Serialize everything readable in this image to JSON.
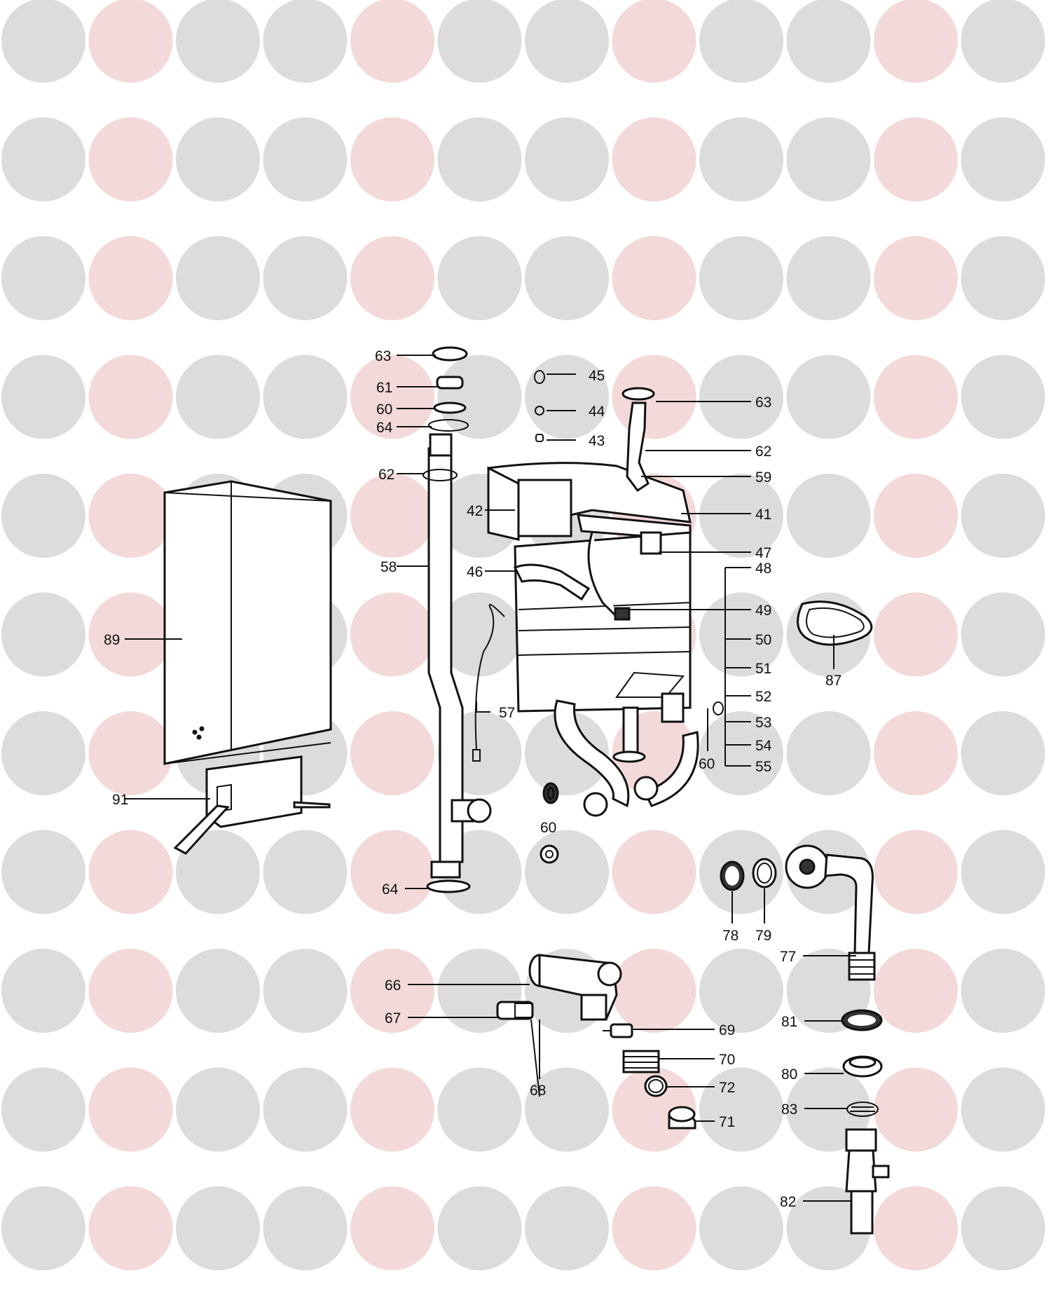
{
  "watermark": {
    "letters": [
      "H",
      "S",
      "P"
    ],
    "colors": {
      "H": "#dcdcdc",
      "S": "#f3d9d9",
      "P": "#dcdcdc"
    }
  },
  "diagram": {
    "labels": [
      {
        "text": "63"
      },
      {
        "text": "61"
      },
      {
        "text": "60"
      },
      {
        "text": "64"
      },
      {
        "text": "62"
      },
      {
        "text": "58"
      },
      {
        "text": "89"
      },
      {
        "text": "91"
      },
      {
        "text": "64"
      },
      {
        "text": "45"
      },
      {
        "text": "44"
      },
      {
        "text": "43"
      },
      {
        "text": "42"
      },
      {
        "text": "46"
      },
      {
        "text": "57"
      },
      {
        "text": "60"
      },
      {
        "text": "63"
      },
      {
        "text": "62"
      },
      {
        "text": "59"
      },
      {
        "text": "41"
      },
      {
        "text": "47"
      },
      {
        "text": "48"
      },
      {
        "text": "49"
      },
      {
        "text": "50"
      },
      {
        "text": "51"
      },
      {
        "text": "52"
      },
      {
        "text": "53"
      },
      {
        "text": "54"
      },
      {
        "text": "55"
      },
      {
        "text": "60"
      },
      {
        "text": "87"
      },
      {
        "text": "78"
      },
      {
        "text": "79"
      },
      {
        "text": "77"
      },
      {
        "text": "81"
      },
      {
        "text": "80"
      },
      {
        "text": "83"
      },
      {
        "text": "82"
      },
      {
        "text": "66"
      },
      {
        "text": "67"
      },
      {
        "text": "68"
      },
      {
        "text": "69"
      },
      {
        "text": "70"
      },
      {
        "text": "72"
      },
      {
        "text": "71"
      }
    ]
  }
}
